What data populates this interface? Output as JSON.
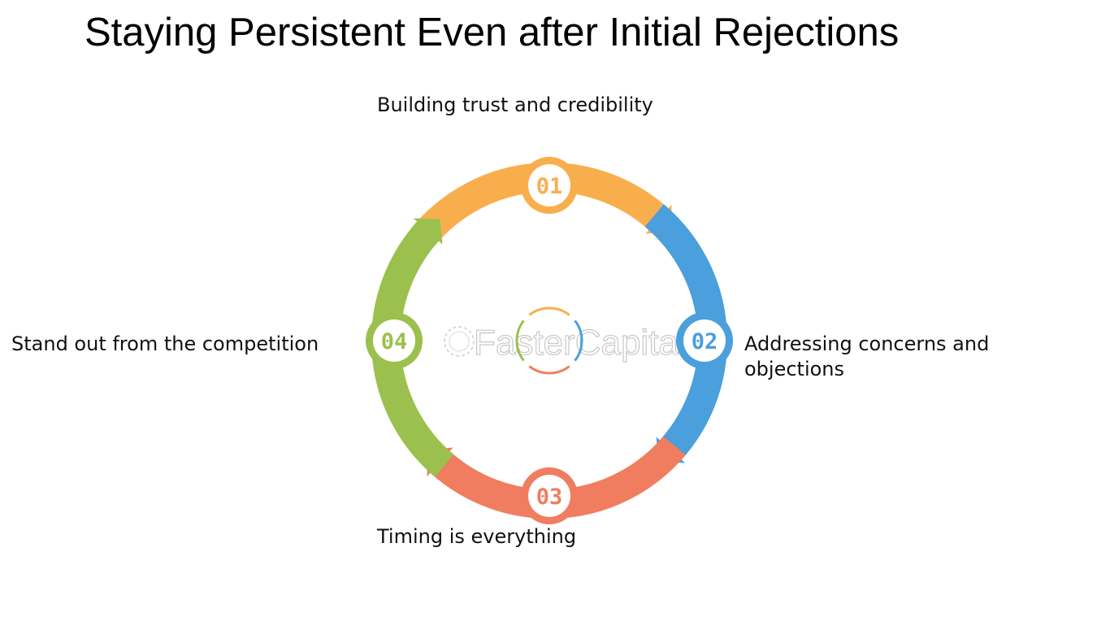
{
  "title": "Staying Persistent Even after Initial Rejections",
  "steps": [
    {
      "number": "01",
      "label": "Building trust and credibility",
      "color": "#f9ae4d"
    },
    {
      "number": "02",
      "label_line1": "Addressing concerns and",
      "label_line2": "objections",
      "color": "#4a9fdc"
    },
    {
      "number": "03",
      "label": "Timing is everything",
      "color": "#f07d5f"
    },
    {
      "number": "04",
      "label": "Stand out from the competition",
      "color": "#9bc04d"
    }
  ],
  "watermark": "FasterCapital"
}
